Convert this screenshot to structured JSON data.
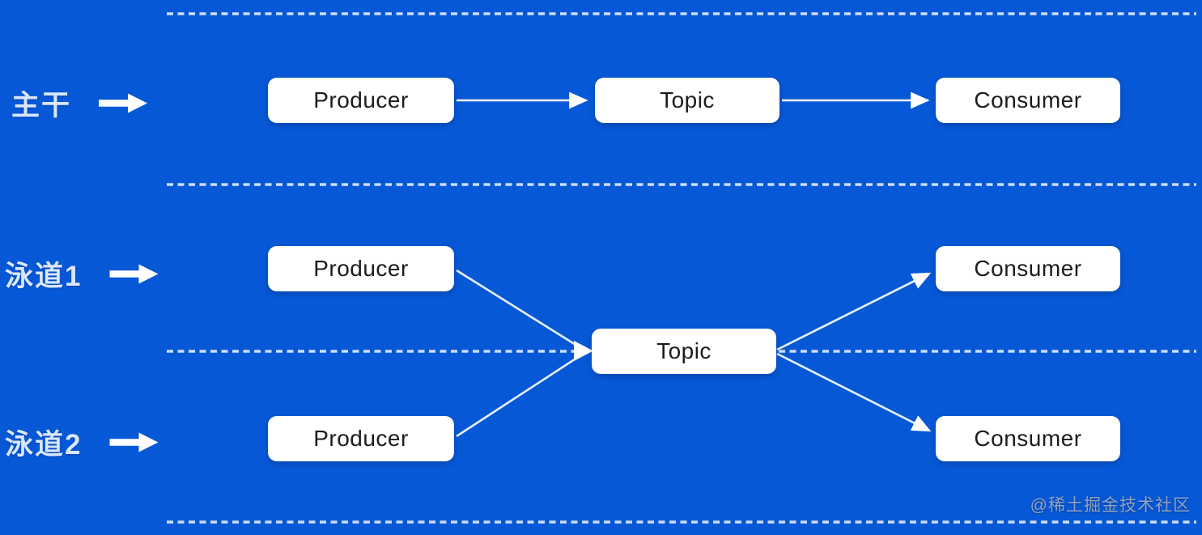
{
  "page": {
    "type": "swimlane-messaging-diagram",
    "background_color": "#0758D6"
  },
  "lanes": [
    {
      "label": "主干"
    },
    {
      "label": "泳道1"
    },
    {
      "label": "泳道2"
    }
  ],
  "nodes": [
    {
      "label": "Producer"
    },
    {
      "label": "Topic"
    },
    {
      "label": "Consumer"
    },
    {
      "label": "Producer"
    },
    {
      "label": "Consumer"
    },
    {
      "label": "Topic"
    },
    {
      "label": "Producer"
    },
    {
      "label": "Consumer"
    }
  ],
  "watermark": "@稀土掘金技术社区",
  "colors": {
    "background": "#0758D6",
    "node_background": "#FFFFFF",
    "node_text": "#1C1C1E",
    "connector": "#FFFFFF",
    "dashed_separator": "#DCE9FF",
    "lane_label": "#D9E7FF",
    "watermark": "#AAB4C6"
  }
}
